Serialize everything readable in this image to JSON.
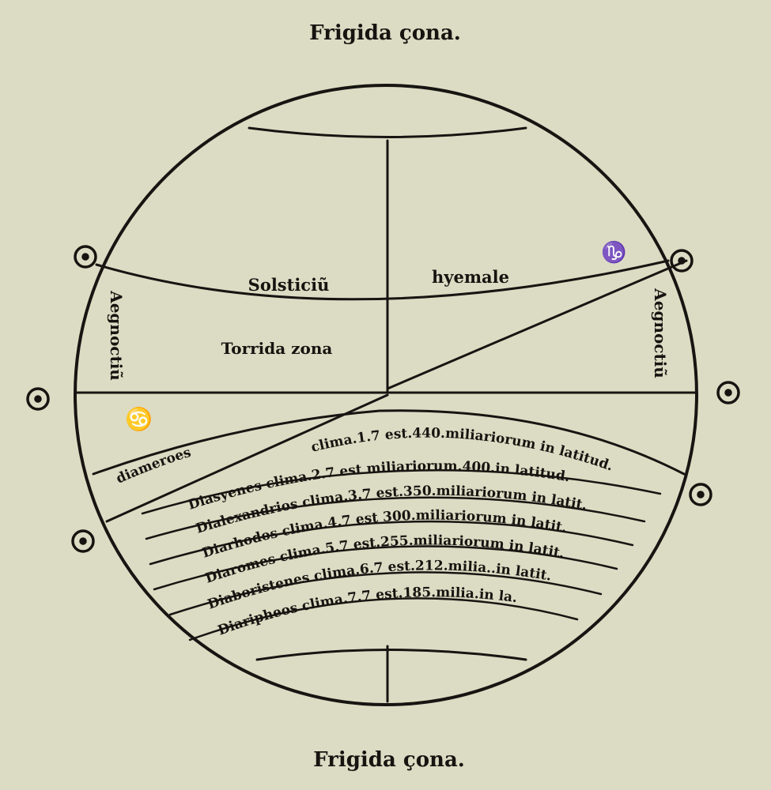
{
  "title_top": "Frigida çona.",
  "title_bottom": "Frigida çona.",
  "zones": {
    "solstice_left": "Solsticiũ",
    "solstice_right": "hyemale",
    "torrid": "Torrida zona",
    "equinox_left": "Aegnoctiũ",
    "equinox_right": "Aegnoctiũ",
    "diameroes": "diameroes",
    "cancer_sign": "♋",
    "capricorn_sign": "♑"
  },
  "climates": [
    "clima.1.7 est.440.miliariorum in latitud.",
    "Diasyenes clima.2.7 est miliariorum.400.in latitud.",
    "Dialexandrios clima.3.7 est.350.miliariorum in latit.",
    "Diarhodos clima.4.7 est 300.miliariorum in latit.",
    "Diaromes clima.5.7 est.255.miliariorum in latit.",
    "Diaboristenes clima.6.7 est.212.milia..in latit.",
    "Diaripheos clima.7.7 est.185.milia.in la."
  ],
  "colors": {
    "paper": "#dcdcc4",
    "ink": "#161410"
  }
}
